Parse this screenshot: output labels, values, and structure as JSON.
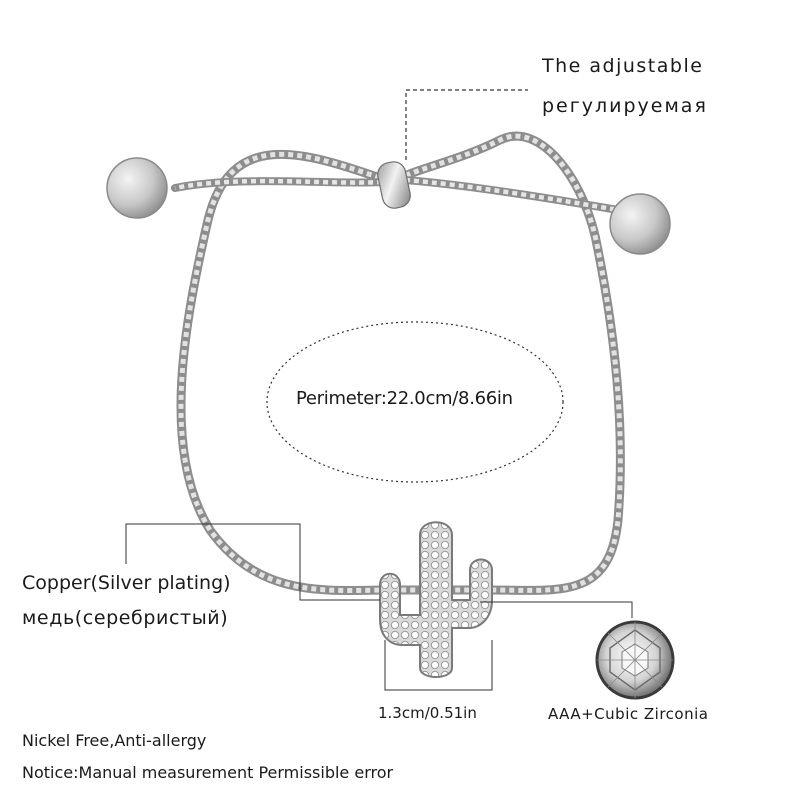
{
  "labels": {
    "adjustable_en": "The adjustable",
    "adjustable_ru": "регулируемая",
    "perimeter": "Perimeter:22.0cm/8.66in",
    "material_en": "Copper(Silver plating)",
    "material_ru": "медь(серебристый)",
    "pendant_size": "1.3cm/0.51in",
    "stone": "AAA+Cubic Zirconia",
    "note_nickel": "Nickel Free,Anti-allergy",
    "note_measure": "Notice:Manual measurement Permissible error"
  },
  "icons": {
    "bracelet": "silver-box-chain-bracelet-icon",
    "slider_bead": "slider-bead-icon",
    "end_disc": "round-end-disc-icon",
    "pendant": "cactus-pendant-icon",
    "gem": "round-cubic-zirconia-icon"
  },
  "colors": {
    "metal": "#c9c9c9",
    "metal_dark": "#8d8d8d",
    "text": "#1a1a1a"
  }
}
